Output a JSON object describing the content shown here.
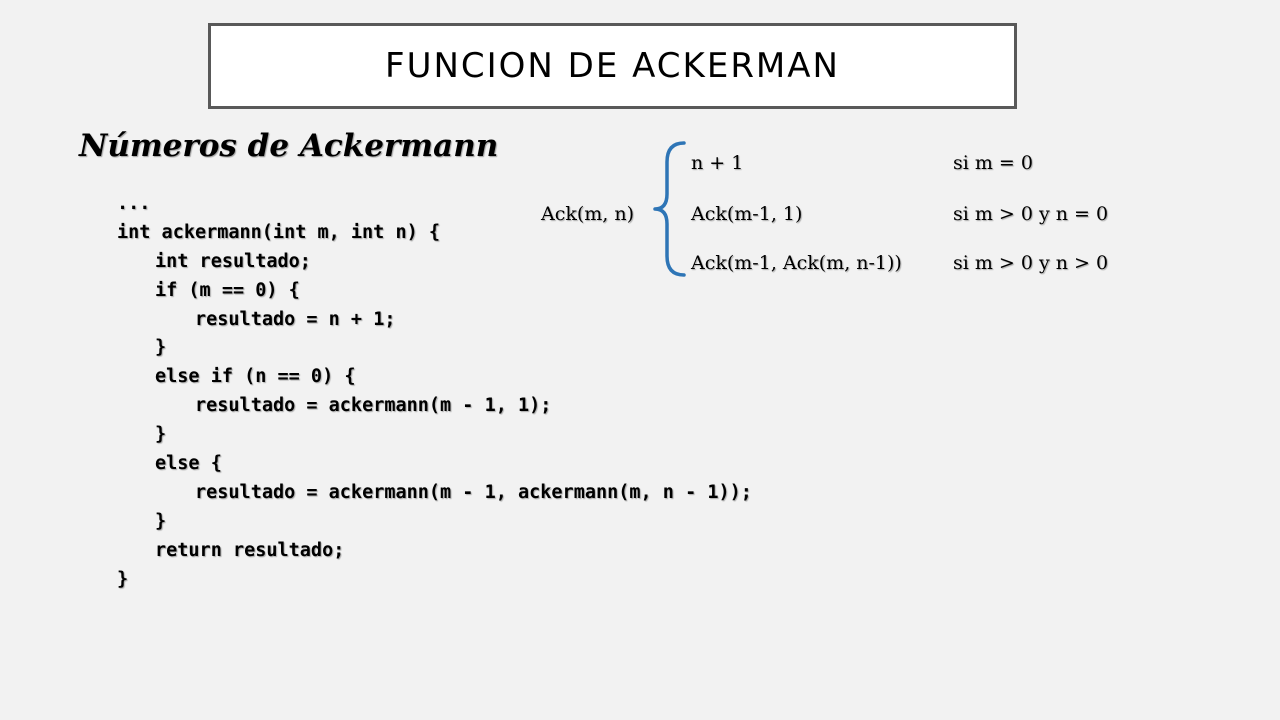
{
  "slide": {
    "title": "FUNCION DE ACKERMAN",
    "subtitle": "Números de Ackermann"
  },
  "code": {
    "lines": [
      "...",
      "int ackermann(int m, int n) {",
      "int resultado;",
      "if (m == 0) {",
      "resultado = n + 1;",
      "}",
      "else if (n == 0) {",
      "resultado = ackermann(m - 1, 1);",
      "}",
      "else {",
      "resultado = ackermann(m - 1, ackermann(m, n - 1));",
      "}",
      "return resultado;",
      "}"
    ]
  },
  "definition": {
    "lhs": "Ack(m, n)",
    "brace_color": "#2e75b6",
    "cases": [
      {
        "expr": "n + 1",
        "condition": "si m = 0"
      },
      {
        "expr": "Ack(m-1, 1)",
        "condition": "si m > 0 y n = 0"
      },
      {
        "expr": "Ack(m-1, Ack(m, n-1))",
        "condition": "si m > 0 y n > 0"
      }
    ]
  }
}
